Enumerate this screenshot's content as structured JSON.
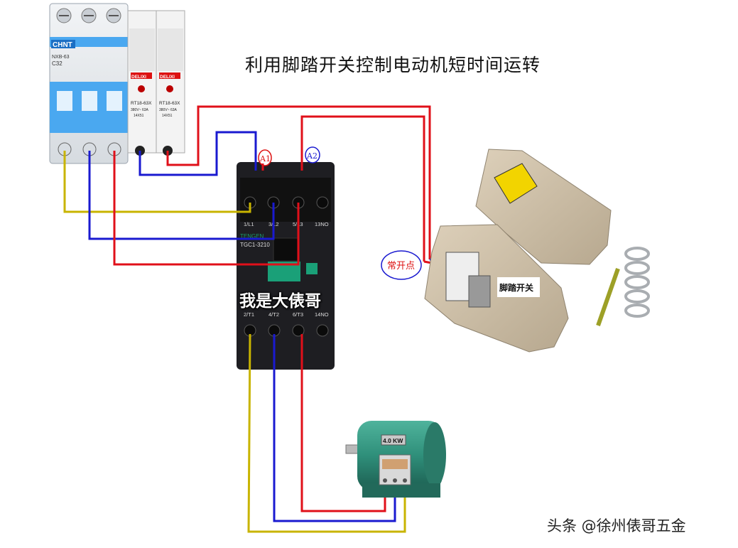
{
  "title": "利用脚踏开关控制电动机短时间运转",
  "breaker": {
    "brand": "CHNT",
    "model": "NXB-63",
    "rating": "C32"
  },
  "fuses": [
    {
      "brand": "DELIXI",
      "model": "RT18-63X",
      "rating": "380V~ 63A",
      "code": "14X51"
    },
    {
      "brand": "DELIXI",
      "model": "RT18-63X",
      "rating": "380V~ 63A",
      "code": "14X51"
    }
  ],
  "contactor": {
    "brand": "TENGEN",
    "model": "TGC1-3210",
    "coil_terminals": [
      "A1",
      "A2"
    ],
    "top_terminals": [
      "1/L1",
      "3/L2",
      "5/L3",
      "13NO"
    ],
    "bottom_terminals": [
      "2/T1",
      "4/T2",
      "6/T3",
      "14NO"
    ]
  },
  "motor": {
    "power": "4.0 KW"
  },
  "pedal": {
    "label": "脚踏开关",
    "contact_label": "常开点"
  },
  "center_watermark": "我是大俵哥",
  "watermark": "头条 @徐州俵哥五金",
  "colors": {
    "wire_red": "#e0101a",
    "wire_blue": "#1a1ad0",
    "wire_yellow": "#c8b400",
    "breaker_blue": "#4aa8f0",
    "contactor_black": "#1e1e22",
    "motor_green": "#2f8f7a",
    "pedal_beige": "#cdbfa8"
  }
}
